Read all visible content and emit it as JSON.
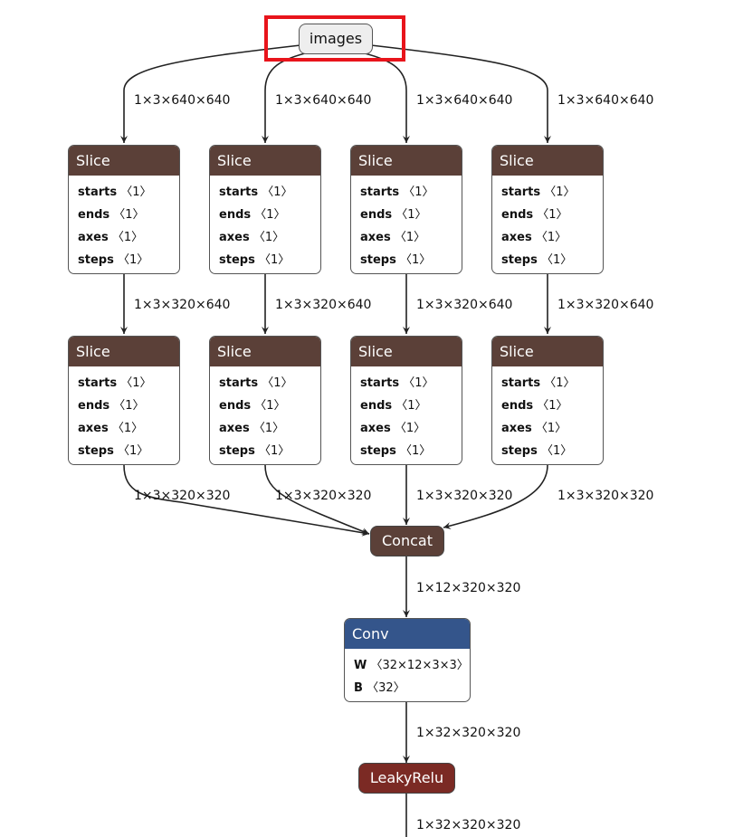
{
  "colors": {
    "slice_header": "#5b4038",
    "concat": "#5b4038",
    "conv_header": "#34558b",
    "leakyrelu": "#7b2a24",
    "input_bg": "#eeeeee",
    "selection": "#e8141b",
    "edge": "#222222"
  },
  "input": {
    "label": "images"
  },
  "edges": {
    "input_to_slice1": [
      "1×3×640×640",
      "1×3×640×640",
      "1×3×640×640",
      "1×3×640×640"
    ],
    "slice1_to_slice2": [
      "1×3×320×640",
      "1×3×320×640",
      "1×3×320×640",
      "1×3×320×640"
    ],
    "slice2_to_concat": [
      "1×3×320×320",
      "1×3×320×320",
      "1×3×320×320",
      "1×3×320×320"
    ],
    "concat_to_conv": "1×12×320×320",
    "conv_to_leakyrelu": "1×32×320×320",
    "leakyrelu_out": "1×32×320×320"
  },
  "slice_rows": [
    [
      {
        "title": "Slice",
        "attrs": [
          {
            "k": "starts",
            "v": "〈1〉"
          },
          {
            "k": "ends",
            "v": "〈1〉"
          },
          {
            "k": "axes",
            "v": "〈1〉"
          },
          {
            "k": "steps",
            "v": "〈1〉"
          }
        ]
      },
      {
        "title": "Slice",
        "attrs": [
          {
            "k": "starts",
            "v": "〈1〉"
          },
          {
            "k": "ends",
            "v": "〈1〉"
          },
          {
            "k": "axes",
            "v": "〈1〉"
          },
          {
            "k": "steps",
            "v": "〈1〉"
          }
        ]
      },
      {
        "title": "Slice",
        "attrs": [
          {
            "k": "starts",
            "v": "〈1〉"
          },
          {
            "k": "ends",
            "v": "〈1〉"
          },
          {
            "k": "axes",
            "v": "〈1〉"
          },
          {
            "k": "steps",
            "v": "〈1〉"
          }
        ]
      },
      {
        "title": "Slice",
        "attrs": [
          {
            "k": "starts",
            "v": "〈1〉"
          },
          {
            "k": "ends",
            "v": "〈1〉"
          },
          {
            "k": "axes",
            "v": "〈1〉"
          },
          {
            "k": "steps",
            "v": "〈1〉"
          }
        ]
      }
    ],
    [
      {
        "title": "Slice",
        "attrs": [
          {
            "k": "starts",
            "v": "〈1〉"
          },
          {
            "k": "ends",
            "v": "〈1〉"
          },
          {
            "k": "axes",
            "v": "〈1〉"
          },
          {
            "k": "steps",
            "v": "〈1〉"
          }
        ]
      },
      {
        "title": "Slice",
        "attrs": [
          {
            "k": "starts",
            "v": "〈1〉"
          },
          {
            "k": "ends",
            "v": "〈1〉"
          },
          {
            "k": "axes",
            "v": "〈1〉"
          },
          {
            "k": "steps",
            "v": "〈1〉"
          }
        ]
      },
      {
        "title": "Slice",
        "attrs": [
          {
            "k": "starts",
            "v": "〈1〉"
          },
          {
            "k": "ends",
            "v": "〈1〉"
          },
          {
            "k": "axes",
            "v": "〈1〉"
          },
          {
            "k": "steps",
            "v": "〈1〉"
          }
        ]
      },
      {
        "title": "Slice",
        "attrs": [
          {
            "k": "starts",
            "v": "〈1〉"
          },
          {
            "k": "ends",
            "v": "〈1〉"
          },
          {
            "k": "axes",
            "v": "〈1〉"
          },
          {
            "k": "steps",
            "v": "〈1〉"
          }
        ]
      }
    ]
  ],
  "concat": {
    "title": "Concat"
  },
  "conv": {
    "title": "Conv",
    "attrs": [
      {
        "k": "W",
        "v": "〈32×12×3×3〉"
      },
      {
        "k": "B",
        "v": "〈32〉"
      }
    ]
  },
  "leakyrelu": {
    "title": "LeakyRelu"
  }
}
